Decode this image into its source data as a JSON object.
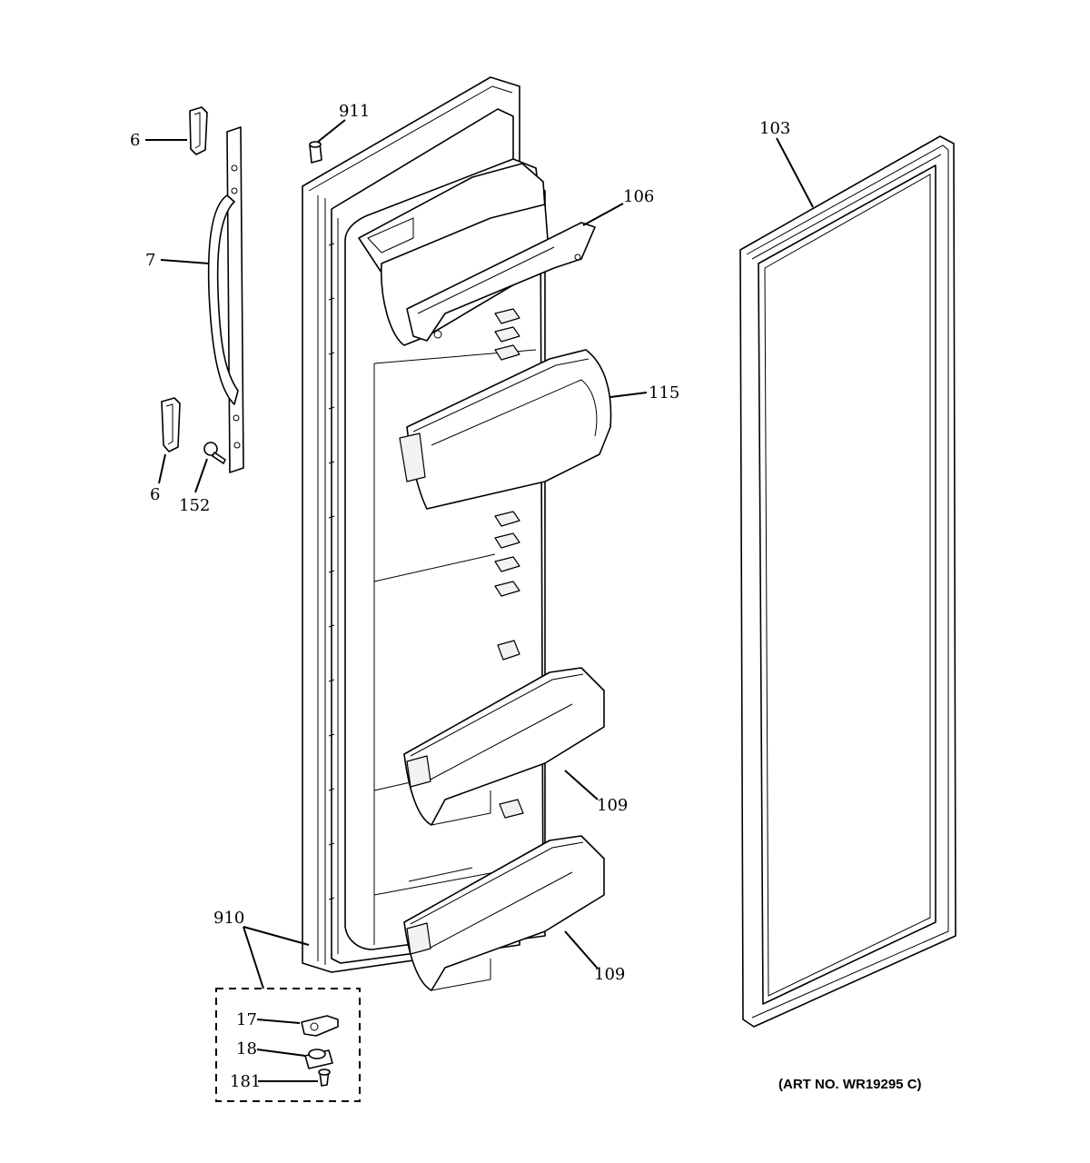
{
  "labels": {
    "p6_top": "6",
    "p7": "7",
    "p6_bottom": "6",
    "p152": "152",
    "p911": "911",
    "p106": "106",
    "p115": "115",
    "p103": "103",
    "p109_upper": "109",
    "p109_lower": "109",
    "p910": "910",
    "p17": "17",
    "p18": "18",
    "p181": "181"
  },
  "art_number": "(ART NO. WR19295 C)"
}
